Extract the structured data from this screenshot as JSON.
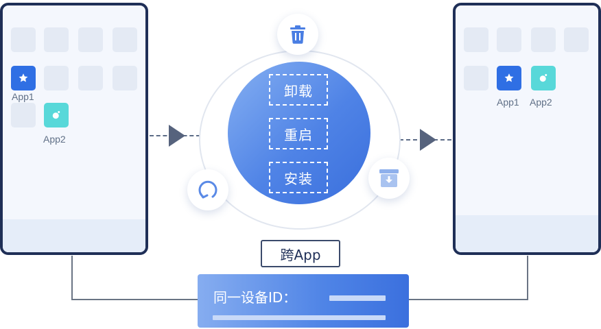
{
  "left_phone": {
    "apps": [
      {
        "label": "App1",
        "icon": "star-icon",
        "color": "#2f6fe4"
      },
      {
        "label": "App2",
        "icon": "circle-dot-icon",
        "color": "#58d8d9"
      }
    ]
  },
  "right_phone": {
    "apps": [
      {
        "label": "App1",
        "icon": "star-icon",
        "color": "#2f6fe4"
      },
      {
        "label": "App2",
        "icon": "circle-dot-icon",
        "color": "#58d8d9"
      }
    ]
  },
  "center": {
    "operations": [
      "卸载",
      "重启",
      "安装"
    ],
    "badges": [
      "trash-icon",
      "refresh-icon",
      "install-box-icon"
    ]
  },
  "cross_app_label": "跨App",
  "device_id_label": "同一设备ID："
}
